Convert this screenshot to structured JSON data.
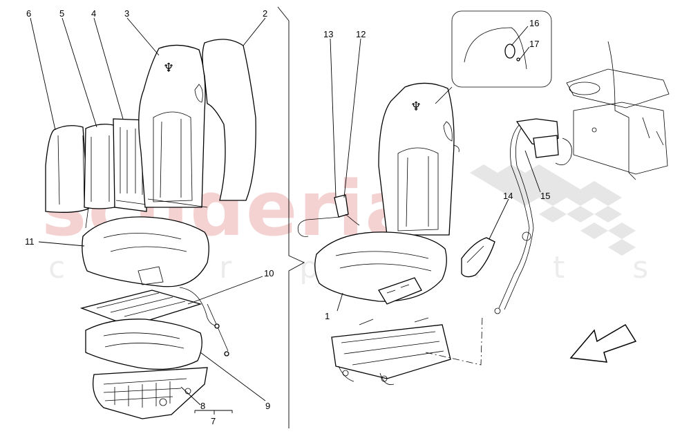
{
  "watermark": {
    "main": "scuderia",
    "sub": "c a r   p a r t s",
    "color": "#f3c6c6"
  },
  "callouts": [
    {
      "id": "c1",
      "label": "1"
    },
    {
      "id": "c2",
      "label": "2"
    },
    {
      "id": "c3",
      "label": "3"
    },
    {
      "id": "c4",
      "label": "4"
    },
    {
      "id": "c5",
      "label": "5"
    },
    {
      "id": "c6",
      "label": "6"
    },
    {
      "id": "c7",
      "label": "7"
    },
    {
      "id": "c8",
      "label": "8"
    },
    {
      "id": "c9",
      "label": "9"
    },
    {
      "id": "c10",
      "label": "10"
    },
    {
      "id": "c11",
      "label": "11"
    },
    {
      "id": "c12",
      "label": "12"
    },
    {
      "id": "c13",
      "label": "13"
    },
    {
      "id": "c14",
      "label": "14"
    },
    {
      "id": "c15",
      "label": "15"
    },
    {
      "id": "c16",
      "label": "16"
    },
    {
      "id": "c17",
      "label": "17"
    }
  ],
  "icons": {
    "direction_arrow": "direction-arrow-icon",
    "brand_emblem": "trident-emblem-icon"
  }
}
